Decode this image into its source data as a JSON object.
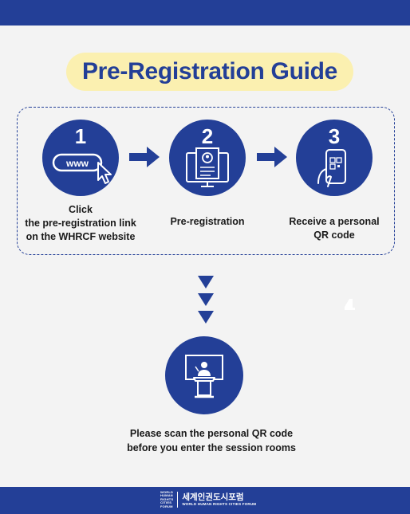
{
  "title": "Pre-Registration Guide",
  "steps": [
    {
      "number": "1",
      "label_lines": [
        "Click",
        "the pre-registration link",
        "on the WHRCF website"
      ],
      "url_text": "www",
      "icon": "website-click-icon"
    },
    {
      "number": "2",
      "label_lines": [
        "Pre-registration"
      ],
      "icon": "registration-form-icon"
    },
    {
      "number": "3",
      "label_lines": [
        "Receive a personal",
        "QR code"
      ],
      "icon": "phone-qr-icon"
    }
  ],
  "final": {
    "icon": "podium-speaker-icon",
    "text_lines": [
      "Please scan the personal QR code",
      "before you enter the session rooms"
    ]
  },
  "footer": {
    "mini_lines": [
      "WORLD",
      "HUMAN",
      "RIGHTS",
      "CITIES",
      "FORUM"
    ],
    "korean_name": "세계인권도시포럼",
    "english_name": "WORLD HUMAN RIGHTS CITIES FORUM"
  },
  "colors": {
    "primary": "#233f97",
    "title_bg": "#fbf0b0",
    "background": "#f3f3f3"
  }
}
